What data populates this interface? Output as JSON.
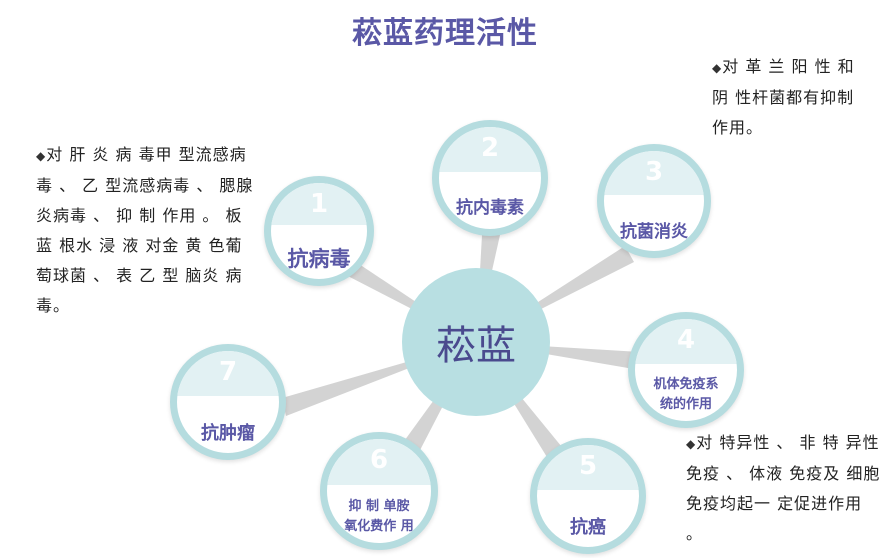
{
  "title": "菘蓝药理活性",
  "center_label": "菘蓝",
  "nodes": [
    {
      "number": "1",
      "label": "抗病毒"
    },
    {
      "number": "2",
      "label": "抗内毒素"
    },
    {
      "number": "3",
      "label": "抗菌消炎"
    },
    {
      "number": "4",
      "label_line1": "机体免疫系",
      "label_line2": "统的作用"
    },
    {
      "number": "5",
      "label": "抗癌"
    },
    {
      "number": "6",
      "label_line1": "抑 制 单胺",
      "label_line2": "氧化费作 用"
    },
    {
      "number": "7",
      "label": "抗肿瘤"
    }
  ],
  "notes": {
    "antiviral": {
      "bullet": "◆",
      "lines": [
        "对 肝 炎 病 毒甲 型流感病",
        "毒 、 乙 型流感病毒 、 腮腺",
        "炎病毒 、 抑 制 作用 。 板",
        "蓝 根水 浸 液 对金 黄 色葡",
        "萄球菌 、 表 乙 型 脑炎 病",
        "毒。"
      ]
    },
    "antibacterial": {
      "bullet": "◆",
      "lines": [
        "对 革 兰 阳 性 和",
        "阴 性杆菌都有抑制",
        "作用。"
      ]
    },
    "immune": {
      "bullet": "◆",
      "lines": [
        "对 特异性 、 非 特 异性",
        "免疫 、 体液 免疫及 细胞",
        "免疫均起一 定促进作用",
        "。"
      ]
    }
  },
  "colors": {
    "title": "#5a58a6",
    "ring": "#b5dcdf",
    "center_fill": "#b8dfe2",
    "connector": "#d3d3d3",
    "label": "#5a58a6"
  }
}
